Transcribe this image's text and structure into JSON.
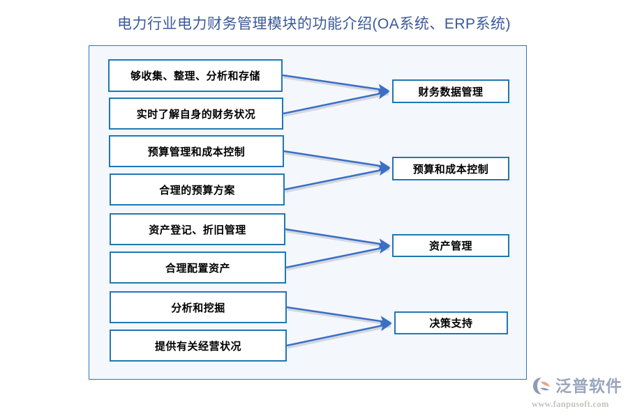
{
  "page": {
    "title_cn_prefix": "电力行业电力财务管理模块的功能介绍(",
    "title_latin_1": "OA",
    "title_cn_mid_1": "系统、",
    "title_latin_2": "ERP",
    "title_cn_suffix": "系统)",
    "title_full": "电力行业电力财务管理模块的功能介绍(OA系统、ERP系统)"
  },
  "colors": {
    "title": "#3b5998",
    "panel_border": "#2878bd",
    "panel_fill": "#f4f7fc",
    "node_border": "#1f77b4",
    "node_fill": "#ffffff",
    "arrow": "#3b6fc4",
    "arrow_shadow": "#b9bec6",
    "logo_text": "#9aa5bd",
    "logo_url": "#c6c3bd",
    "logo_mark_blue": "#8f9bb3",
    "logo_mark_orange": "#e8a583"
  },
  "diagram": {
    "left_nodes": [
      {
        "id": "collect-organize-analyze-store",
        "label": "够收集、整理、分析和存储"
      },
      {
        "id": "realtime-financial-status",
        "label": "实时了解自身的财务状况"
      },
      {
        "id": "budget-and-cost-control",
        "label": "预算管理和成本控制"
      },
      {
        "id": "reasonable-budget-plan",
        "label": "合理的预算方案"
      },
      {
        "id": "asset-registration-depreciation",
        "label": "资产登记、折旧管理"
      },
      {
        "id": "reasonable-asset-allocation",
        "label": "合理配置资产"
      },
      {
        "id": "analysis-and-mining",
        "label": "分析和挖掘"
      },
      {
        "id": "provide-operating-status",
        "label": "提供有关经营状况"
      }
    ],
    "right_nodes": [
      {
        "id": "financial-data-management",
        "label": "财务数据管理"
      },
      {
        "id": "budget-cost-control",
        "label": "预算和成本控制"
      },
      {
        "id": "asset-management",
        "label": "资产管理"
      },
      {
        "id": "decision-support",
        "label": "决策支持"
      }
    ],
    "connections": [
      {
        "from": "collect-organize-analyze-store",
        "to": "financial-data-management"
      },
      {
        "from": "realtime-financial-status",
        "to": "financial-data-management"
      },
      {
        "from": "budget-and-cost-control",
        "to": "budget-cost-control"
      },
      {
        "from": "reasonable-budget-plan",
        "to": "budget-cost-control"
      },
      {
        "from": "asset-registration-depreciation",
        "to": "asset-management"
      },
      {
        "from": "reasonable-asset-allocation",
        "to": "asset-management"
      },
      {
        "from": "analysis-and-mining",
        "to": "decision-support"
      },
      {
        "from": "provide-operating-status",
        "to": "decision-support"
      }
    ]
  },
  "watermark": {
    "brand": "泛普软件",
    "url": "www.fanpusoft.com"
  }
}
